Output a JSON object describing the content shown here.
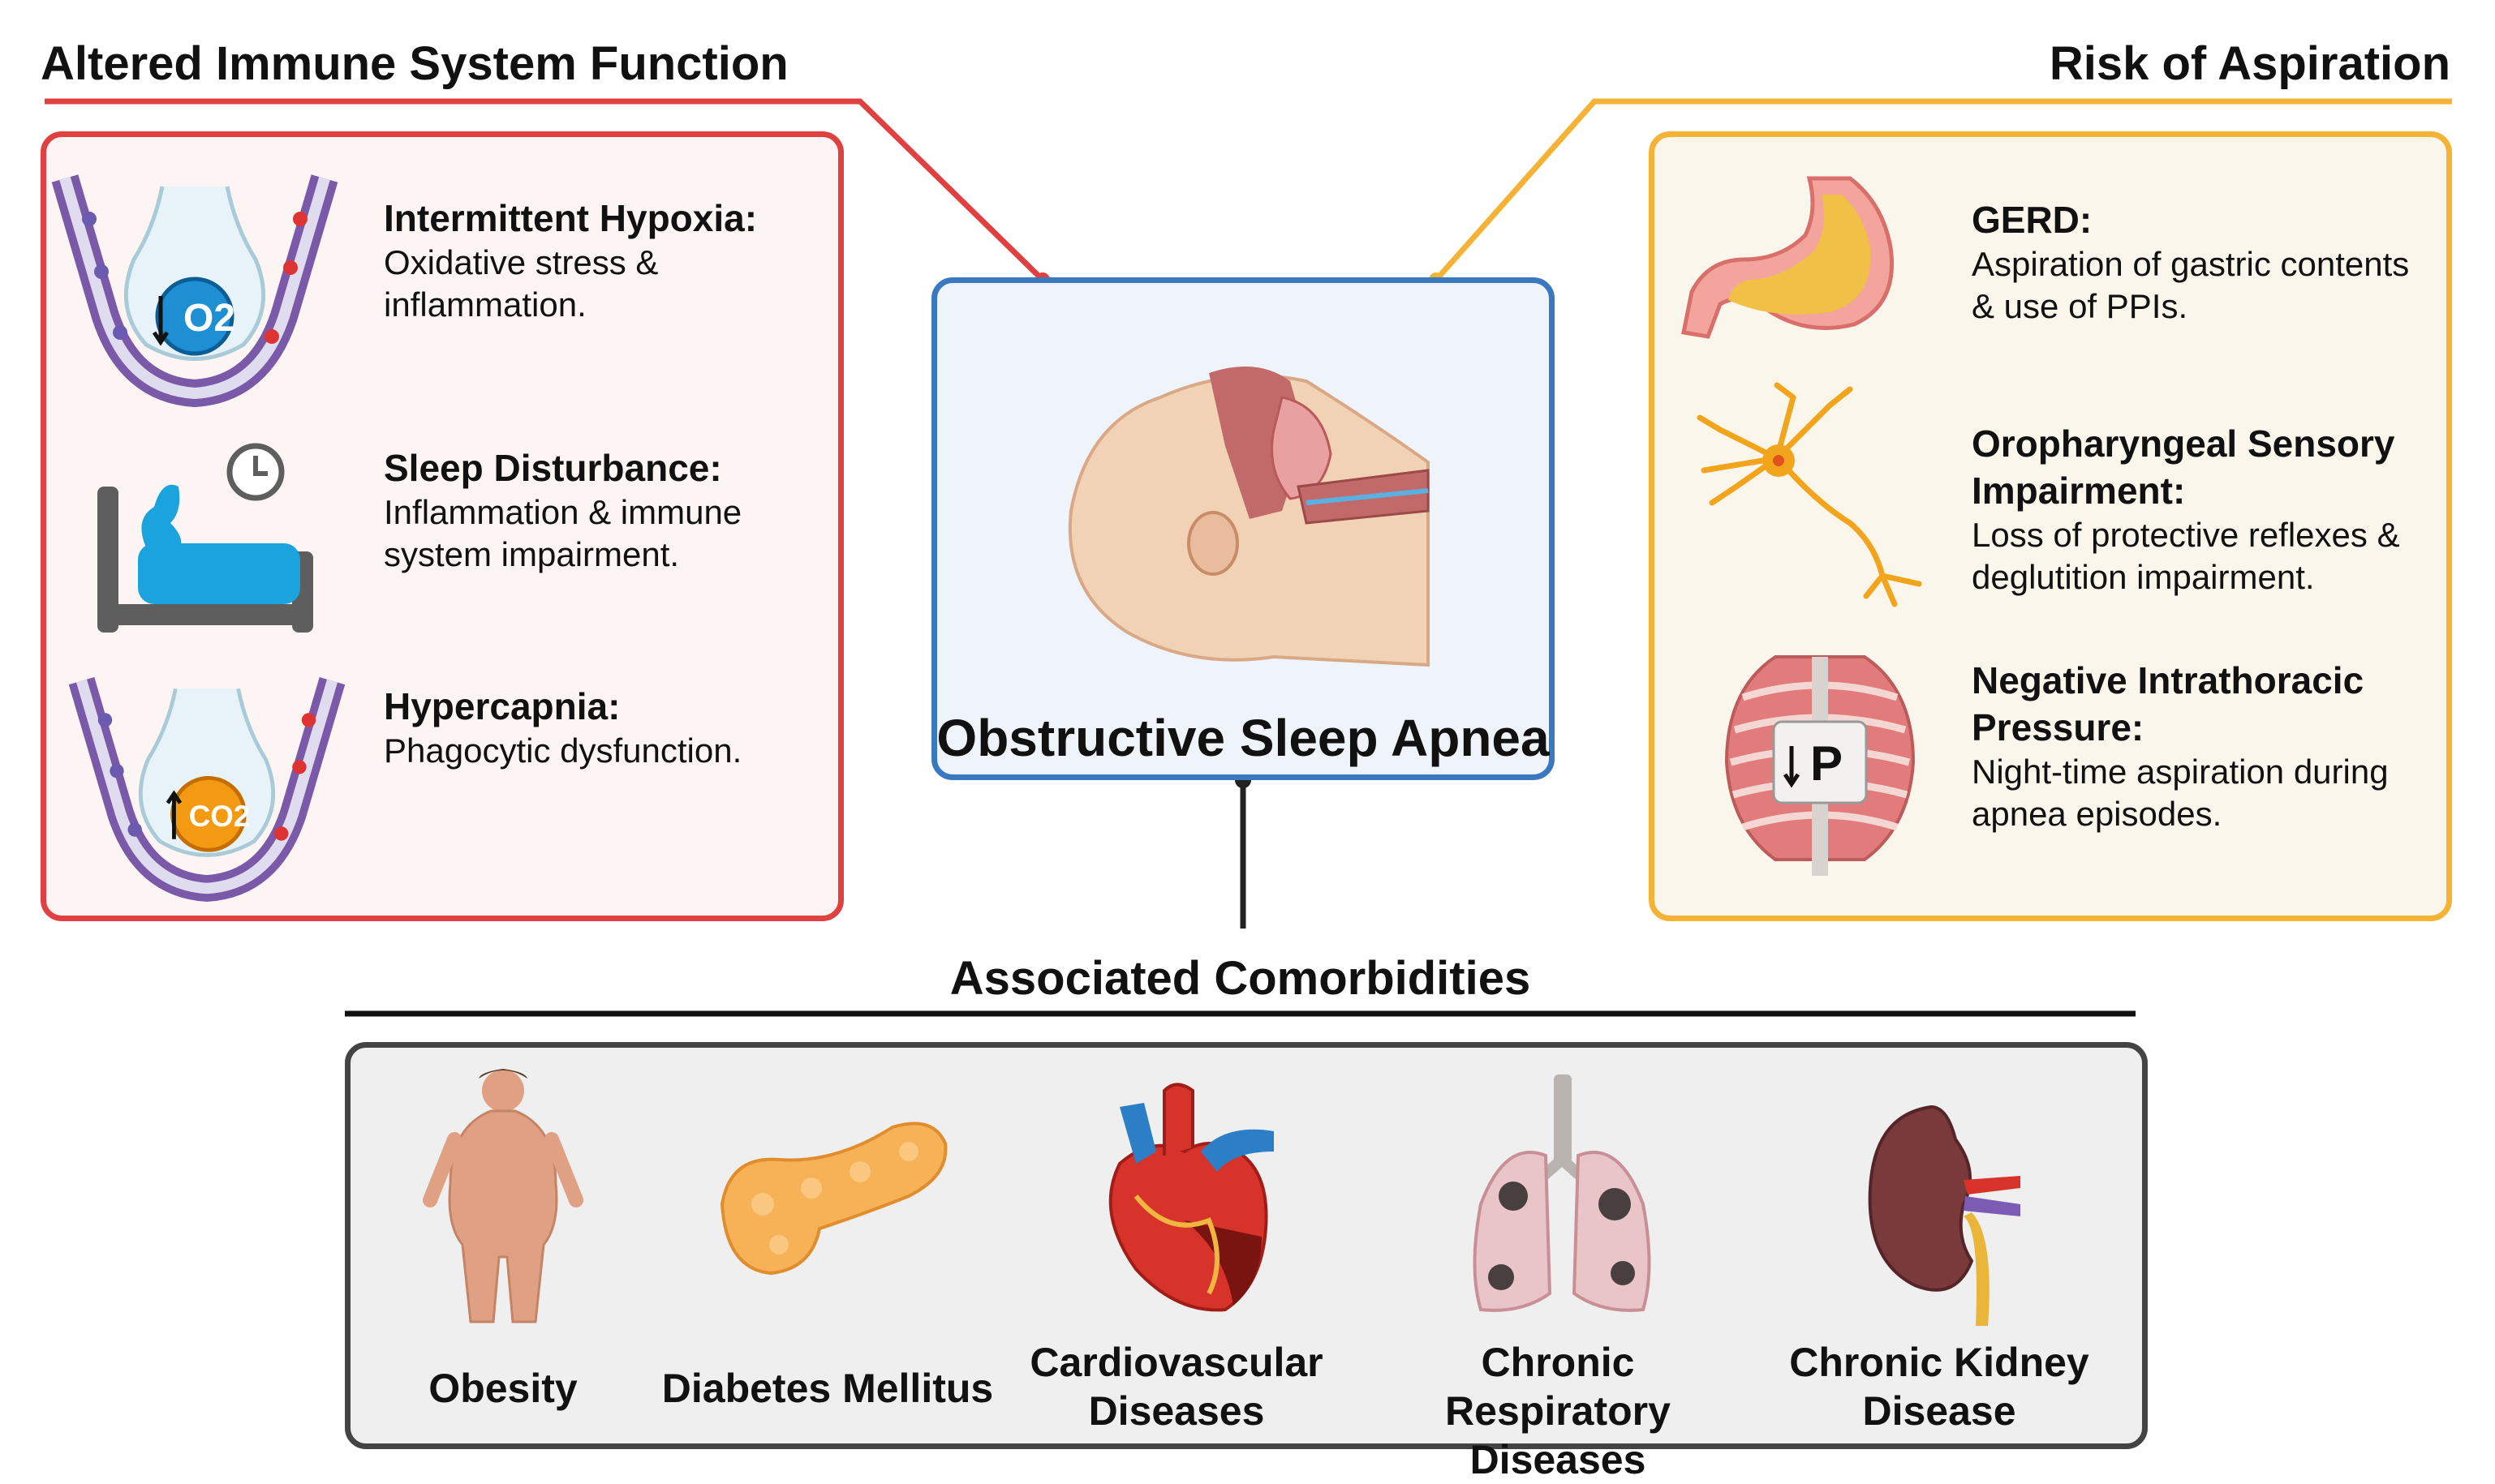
{
  "colors": {
    "immune": "#e04040",
    "aspiration": "#f5b335",
    "center": "#3b78c2",
    "comorbidities": "#444444"
  },
  "immune": {
    "heading": "Altered Immune System Function",
    "items": [
      {
        "icon": "alveolus-oxygen-icon",
        "title": "Intermittent Hypoxia:",
        "desc": "Oxidative stress & inflammation.",
        "badge": "O2"
      },
      {
        "icon": "sleep-bed-clock-icon",
        "title": "Sleep Disturbance:",
        "desc": "Inflammation & immune system impairment."
      },
      {
        "icon": "alveolus-co2-icon",
        "title": "Hypercapnia:",
        "desc": "Phagocytic dysfunction.",
        "badge": "CO2"
      }
    ]
  },
  "aspiration": {
    "heading": "Risk of Aspiration",
    "items": [
      {
        "icon": "stomach-icon",
        "title": "GERD:",
        "desc": "Aspiration of gastric contents & use of PPIs."
      },
      {
        "icon": "neuron-icon",
        "title": "Oropharyngeal Sensory Impairment:",
        "desc": "Loss of protective reflexes & deglutition impairment."
      },
      {
        "icon": "ribcage-pressure-icon",
        "title": "Negative Intrathoracic Pressure:",
        "desc": "Night-time aspiration during apnea episodes.",
        "badge": "P"
      }
    ]
  },
  "center": {
    "icon": "head-airway-obstruction-icon",
    "title": "Obstructive Sleep Apnea"
  },
  "comorbidities": {
    "heading": "Associated Comorbidities",
    "items": [
      {
        "icon": "obese-person-icon",
        "label": "Obesity"
      },
      {
        "icon": "pancreas-icon",
        "label": "Diabetes Mellitus"
      },
      {
        "icon": "heart-icon",
        "label": "Cardiovascular Diseases"
      },
      {
        "icon": "lungs-icon",
        "label": "Chronic Respiratory Diseases"
      },
      {
        "icon": "kidney-icon",
        "label": "Chronic Kidney Disease"
      }
    ]
  }
}
